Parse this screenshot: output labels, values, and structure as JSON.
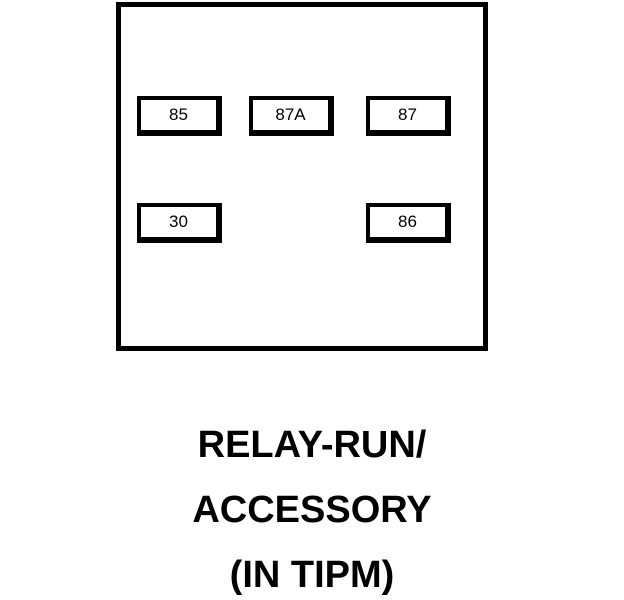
{
  "relay": {
    "terminals": [
      {
        "id": "85",
        "label": "85"
      },
      {
        "id": "87A",
        "label": "87A"
      },
      {
        "id": "87",
        "label": "87"
      },
      {
        "id": "30",
        "label": "30"
      },
      {
        "id": "86",
        "label": "86"
      }
    ]
  },
  "caption": {
    "line1": "RELAY-RUN/",
    "line2": "ACCESSORY",
    "line3": "(IN TIPM)"
  }
}
